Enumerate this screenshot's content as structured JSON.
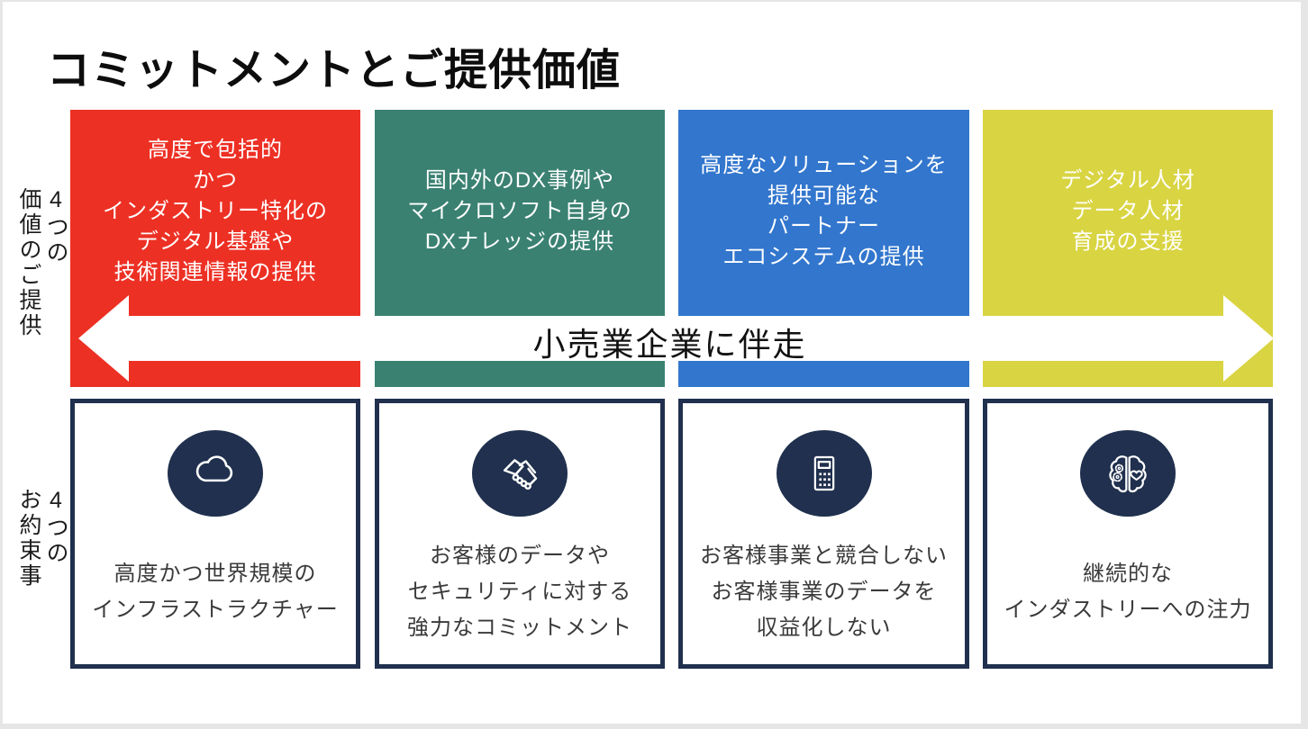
{
  "slide": {
    "title": "コミットメントとご提供価値",
    "arrow_label": "小売業企業に伴走",
    "row_labels": {
      "values": {
        "line1": "4つの",
        "line2": "価値のご提供"
      },
      "promises": {
        "line1": "4つの",
        "line2": "お約束事"
      }
    },
    "colors": {
      "red": "#ED3024",
      "teal": "#3A8172",
      "blue": "#3276CD",
      "yellow": "#D9D442",
      "navy": "#20304E",
      "arrow": "#FFFFFF"
    },
    "value_cards": [
      {
        "color": "#ED3024",
        "lines": [
          "高度で包括的",
          "かつ",
          "インダストリー特化の",
          "デジタル基盤や",
          "技術関連情報の提供"
        ]
      },
      {
        "color": "#3A8172",
        "lines": [
          "国内外のDX事例や",
          "マイクロソフト自身の",
          "DXナレッジの提供"
        ]
      },
      {
        "color": "#3276CD",
        "lines": [
          "高度なソリューションを",
          "提供可能な",
          "パートナー",
          "エコシステムの提供"
        ]
      },
      {
        "color": "#D9D442",
        "lines": [
          "デジタル人材",
          "データ人材",
          "育成の支援"
        ]
      }
    ],
    "promise_cards": [
      {
        "icon": "cloud-icon",
        "lines": [
          "高度かつ世界規模の",
          "インフラストラクチャー"
        ]
      },
      {
        "icon": "handshake-icon",
        "lines": [
          "お客様のデータや",
          "セキュリティに対する",
          "強力なコミットメント"
        ]
      },
      {
        "icon": "calculator-icon",
        "lines": [
          "お客様事業と競合しない",
          "お客様事業のデータを",
          "収益化しない"
        ]
      },
      {
        "icon": "brain-icon",
        "lines": [
          "継続的な",
          "インダストリーへの注力"
        ]
      }
    ]
  }
}
